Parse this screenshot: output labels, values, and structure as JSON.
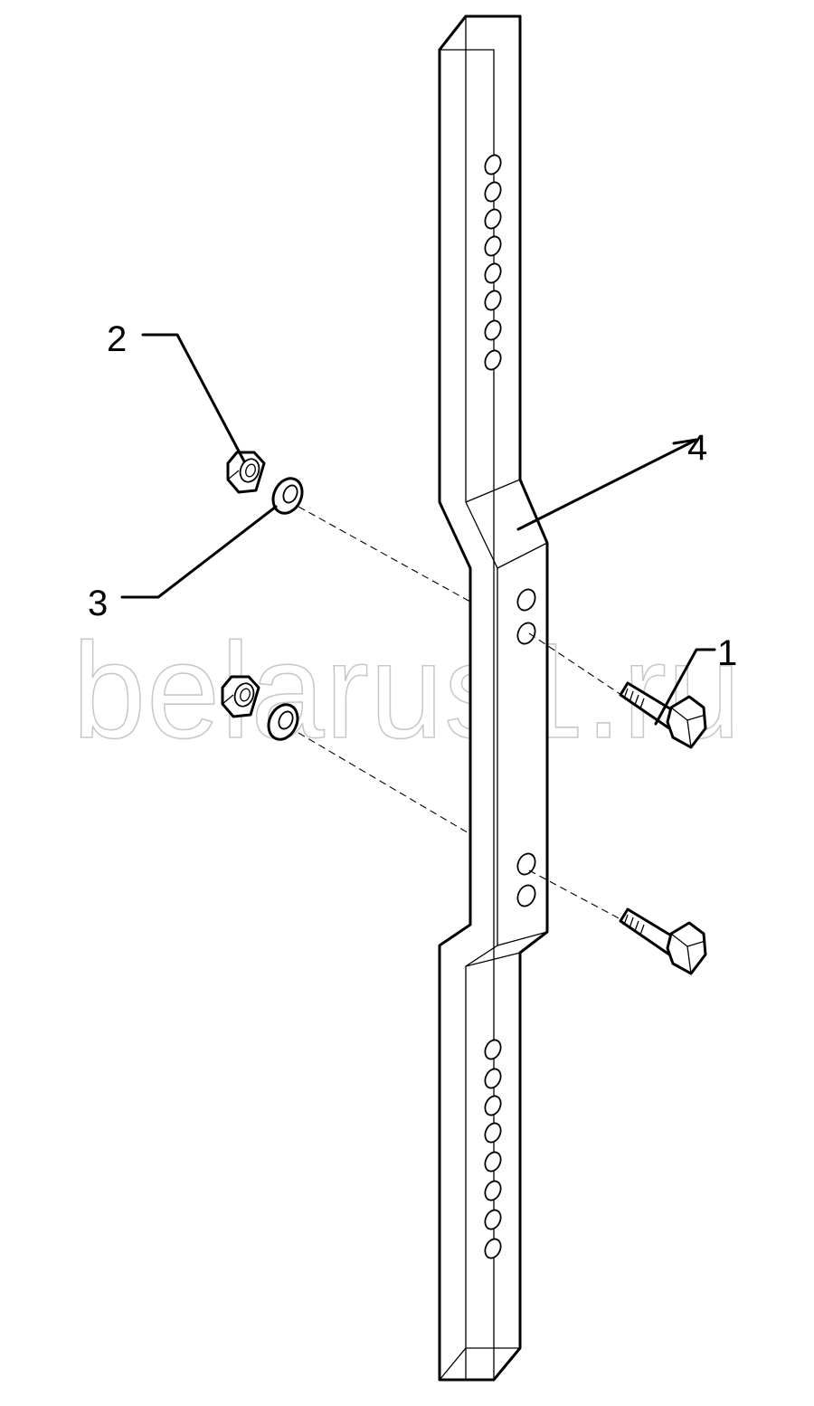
{
  "callouts": [
    {
      "id": "1",
      "label": "1",
      "part": "bolt"
    },
    {
      "id": "2",
      "label": "2",
      "part": "nut"
    },
    {
      "id": "3",
      "label": "3",
      "part": "washer"
    },
    {
      "id": "4",
      "label": "4",
      "part": "bar"
    }
  ],
  "watermark": "belarus1.ru",
  "colors": {
    "line": "#000000",
    "background": "#ffffff",
    "watermark": "#c8c8c8"
  }
}
